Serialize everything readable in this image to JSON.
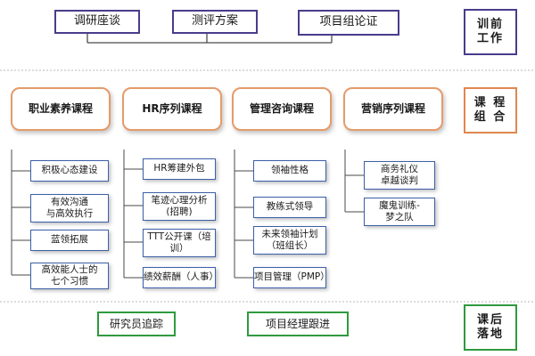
{
  "pretraining": {
    "items": [
      "调研座谈",
      "测评方案",
      "项目组论证"
    ],
    "label": "训前\n工作",
    "label_color": "#4a3c8c"
  },
  "courses": {
    "label": "课 程\n组 合",
    "label_color": "#e0874f",
    "groups": [
      {
        "title": "职业素养课程",
        "items": [
          "积极心态建设",
          "有效沟通\n与高效执行",
          "蓝领拓展",
          "高效能人士的\n七个习惯"
        ]
      },
      {
        "title": "HR序列课程",
        "items": [
          "HR筹建外包",
          "笔迹心理分析\n(招聘)",
          "TTT公开课（培\n训）",
          "绩效薪酬（人事）"
        ]
      },
      {
        "title": "管理咨询课程",
        "items": [
          "领袖性格",
          "教练式领导",
          "未来领袖计划\n（班组长）",
          "项目管理（PMP）"
        ]
      },
      {
        "title": "营销序列课程",
        "items": [
          "商务礼仪\n卓越谈判",
          "魔鬼训练-\n梦之队"
        ]
      }
    ]
  },
  "posttraining": {
    "items": [
      "研究员追踪",
      "项目经理跟进"
    ],
    "label": "课后\n落地",
    "label_color": "#2f9a3f"
  },
  "colors": {
    "connector": "#4a4a4a",
    "divider": "#c8c8c8",
    "pretraining_border": "#4a3c8c",
    "course_border": "#e59b6a",
    "sub_border": "#3d5fa8",
    "post_border": "#2f9a3f"
  }
}
